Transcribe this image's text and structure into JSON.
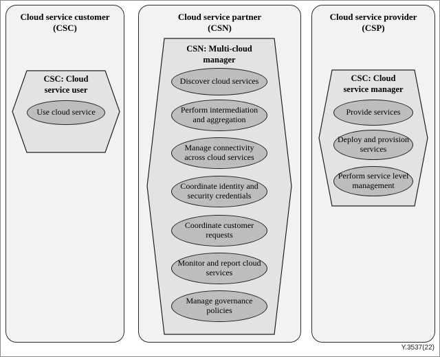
{
  "figure_label": "Y.3537(22)",
  "colors": {
    "container_fill": "#f2f2f2",
    "role_shape_fill": "#e3e3e3",
    "activity_fill": "#bdbdbd",
    "border": "#1f1f1f"
  },
  "columns": [
    {
      "header_line1": "Cloud service customer",
      "header_line2": "(CSC)",
      "role": {
        "name_line1": "CSC: Cloud",
        "name_line2": "service user",
        "activities": [
          "Use cloud service"
        ]
      }
    },
    {
      "header_line1": "Cloud service partner",
      "header_line2": "(CSN)",
      "role": {
        "name_line1": "CSN: Multi-cloud",
        "name_line2": "manager",
        "activities": [
          "Discover cloud services",
          "Perform intermediation and aggregation",
          "Manage connectivity across cloud services",
          "Coordinate identity and security credentials",
          "Coordinate customer requests",
          "Monitor and report cloud services",
          "Manage governance policies"
        ]
      }
    },
    {
      "header_line1": "Cloud service provider",
      "header_line2": "(CSP)",
      "role": {
        "name_line1": "CSC: Cloud",
        "name_line2": "service manager",
        "activities": [
          "Provide services",
          "Deploy and provision services",
          "Perform service level management"
        ]
      }
    }
  ]
}
